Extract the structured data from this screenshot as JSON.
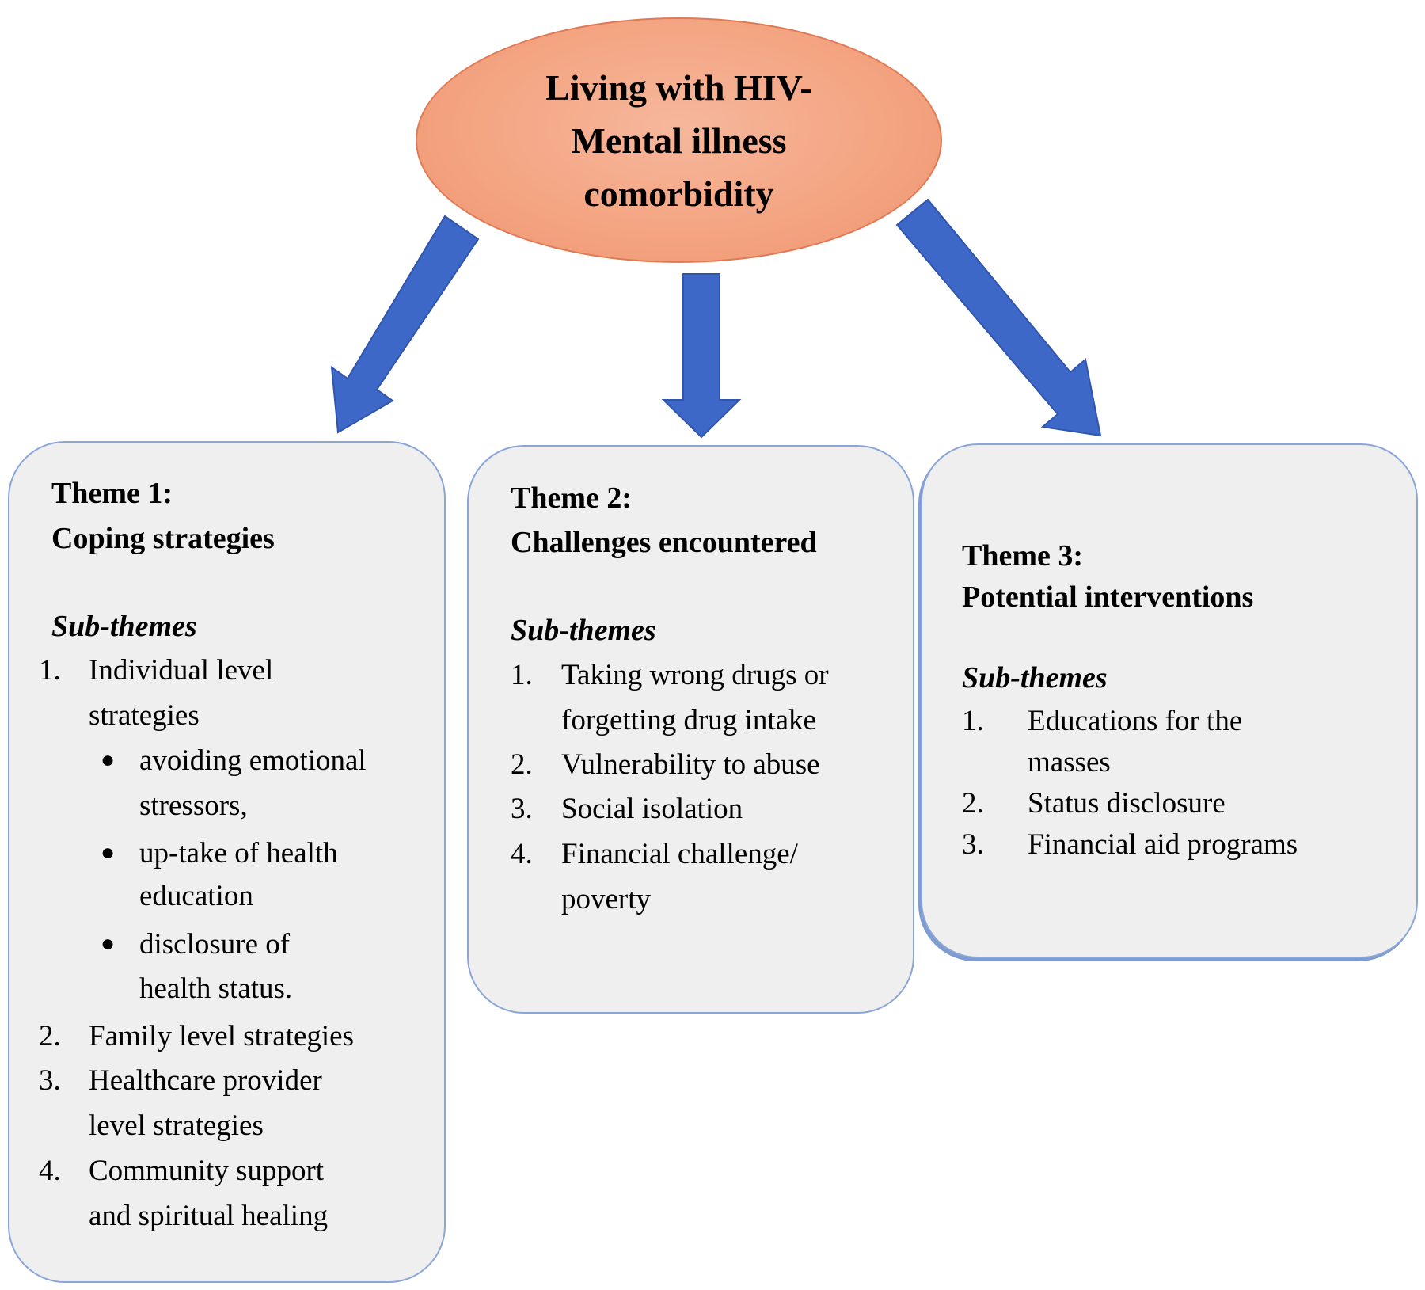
{
  "central": {
    "lines": [
      "Living with HIV-",
      "Mental illness",
      "comorbidity"
    ]
  },
  "colors": {
    "ellipse_fill": "#f4a582",
    "arrow_fill": "#3d68c8",
    "box_fill": "#efefef",
    "box_border": "#8aa6d8"
  },
  "themes": [
    {
      "label": "Theme 1:",
      "name": "Coping strategies",
      "subthemes_heading": "Sub-themes",
      "items": [
        {
          "num": "1.",
          "lines": [
            "Individual level",
            "strategies"
          ],
          "bullets": [
            {
              "lines": [
                "avoiding emotional",
                "stressors,"
              ]
            },
            {
              "lines": [
                "up-take of health",
                "education"
              ]
            },
            {
              "lines": [
                "disclosure of",
                "health status."
              ]
            }
          ]
        },
        {
          "num": "2.",
          "lines": [
            "Family level strategies"
          ]
        },
        {
          "num": "3.",
          "lines": [
            "Healthcare provider",
            "level strategies"
          ]
        },
        {
          "num": "4.",
          "lines": [
            "Community support",
            "and spiritual healing"
          ]
        }
      ]
    },
    {
      "label": "Theme 2:",
      "name": "Challenges encountered",
      "subthemes_heading": "Sub-themes",
      "items": [
        {
          "num": "1.",
          "lines": [
            "Taking wrong drugs or",
            "forgetting drug intake"
          ]
        },
        {
          "num": "2.",
          "lines": [
            "Vulnerability to abuse"
          ]
        },
        {
          "num": "3.",
          "lines": [
            "Social isolation"
          ]
        },
        {
          "num": "4.",
          "lines": [
            "Financial challenge/",
            "poverty"
          ]
        }
      ]
    },
    {
      "label": "Theme 3:",
      "name": "Potential interventions",
      "subthemes_heading": "Sub-themes",
      "items": [
        {
          "num": "1.",
          "lines": [
            "Educations  for the",
            "masses"
          ]
        },
        {
          "num": "2.",
          "lines": [
            "Status disclosure"
          ]
        },
        {
          "num": "3.",
          "lines": [
            "Financial  aid programs"
          ]
        }
      ]
    }
  ]
}
